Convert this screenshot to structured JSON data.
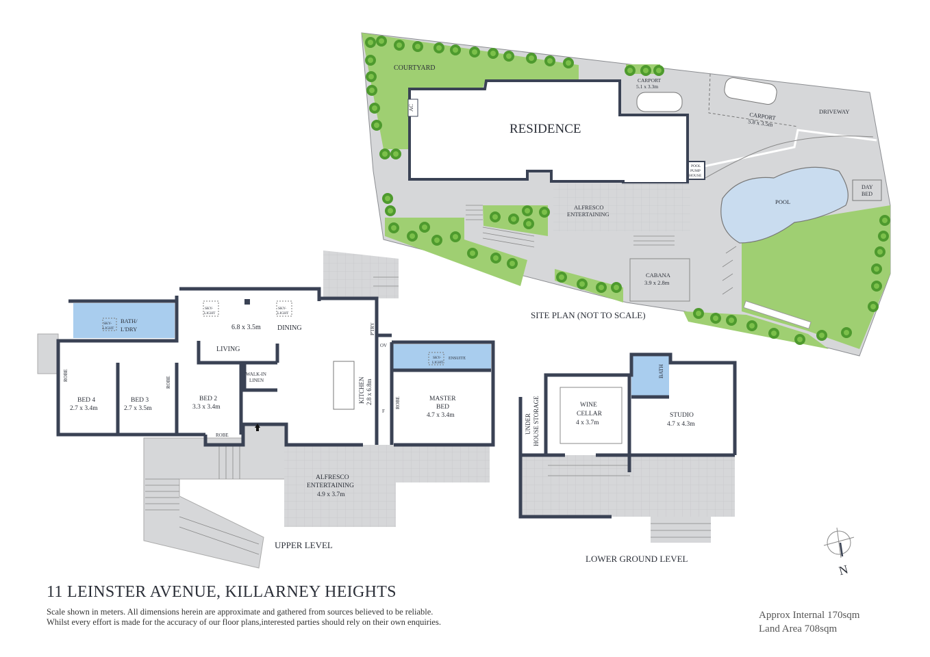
{
  "title": "11 LEINSTER AVENUE, KILLARNEY HEIGHTS",
  "disclaimer": {
    "line1": "Scale shown in meters. All dimensions herein are approximate and gathered from sources believed to be  reliable.",
    "line2": "Whilst every effort is made for the accuracy of our floor plans,interested parties should rely on their own enquiries."
  },
  "areas": {
    "internal": "Approx Internal 170sqm",
    "land": "Land Area 708sqm"
  },
  "compass": {
    "label": "N"
  },
  "site_plan": {
    "caption": "SITE PLAN (NOT TO SCALE)",
    "courtyard": "COURTYARD",
    "ac": "AC",
    "residence": "RESIDENCE",
    "carport1": {
      "name": "CARPORT",
      "dims": "5.1 x 3.3m"
    },
    "carport2": {
      "name": "CARPORT",
      "dims": "5.8 x 3.5m"
    },
    "driveway": "DRIVEWAY",
    "pool_pump": [
      "POOL",
      "PUMP",
      "HOUSE"
    ],
    "pool": "POOL",
    "day_bed": [
      "DAY",
      "BED"
    ],
    "alfresco": [
      "ALFRESCO",
      "ENTERTAINING"
    ],
    "cabana": {
      "name": "CABANA",
      "dims": "3.9 x 2.8m"
    }
  },
  "upper_level": {
    "caption": "UPPER LEVEL",
    "bath": [
      "BATH/",
      "L'DRY"
    ],
    "skylight": [
      "SKY-",
      "LIGHT"
    ],
    "living_dims": "6.8 x 3.5m",
    "living": "LIVING",
    "dining": "DINING",
    "walkin": [
      "WALK-IN",
      "LINEN"
    ],
    "robe": "ROBE",
    "pantry": "P'TRY",
    "oven": "OV",
    "fridge": "F",
    "ensuite": "ENSUITE",
    "kitchen": {
      "name": "KITCHEN",
      "dims": "2.8 x 6.8m"
    },
    "bed4": {
      "name": "BED 4",
      "dims": "2.7 x 3.4m"
    },
    "bed3": {
      "name": "BED 3",
      "dims": "2.7 x 3.5m"
    },
    "bed2": {
      "name": "BED 2",
      "dims": "3.3 x 3.4m"
    },
    "master": {
      "name1": "MASTER",
      "name2": "BED",
      "dims": "4.7 x 3.4m"
    },
    "alfresco": {
      "name1": "ALFRESCO",
      "name2": "ENTERTAINING",
      "dims": "4.9 x 3.7m"
    }
  },
  "lower_level": {
    "caption": "LOWER GROUND LEVEL",
    "storage": [
      "UNDER",
      "HOUSE STORAGE"
    ],
    "wine": {
      "name1": "WINE",
      "name2": "CELLAR",
      "dims": "4 x 3.7m"
    },
    "bath": "BATH",
    "studio": {
      "name": "STUDIO",
      "dims": "4.7 x 4.3m"
    }
  },
  "colors": {
    "wall": "#3a4254",
    "paving": "#d6d7d9",
    "lawn": "#9fcf72",
    "tree": "#4e9a2e",
    "wet": "#a9cdee",
    "pool": "#c9dcef"
  }
}
